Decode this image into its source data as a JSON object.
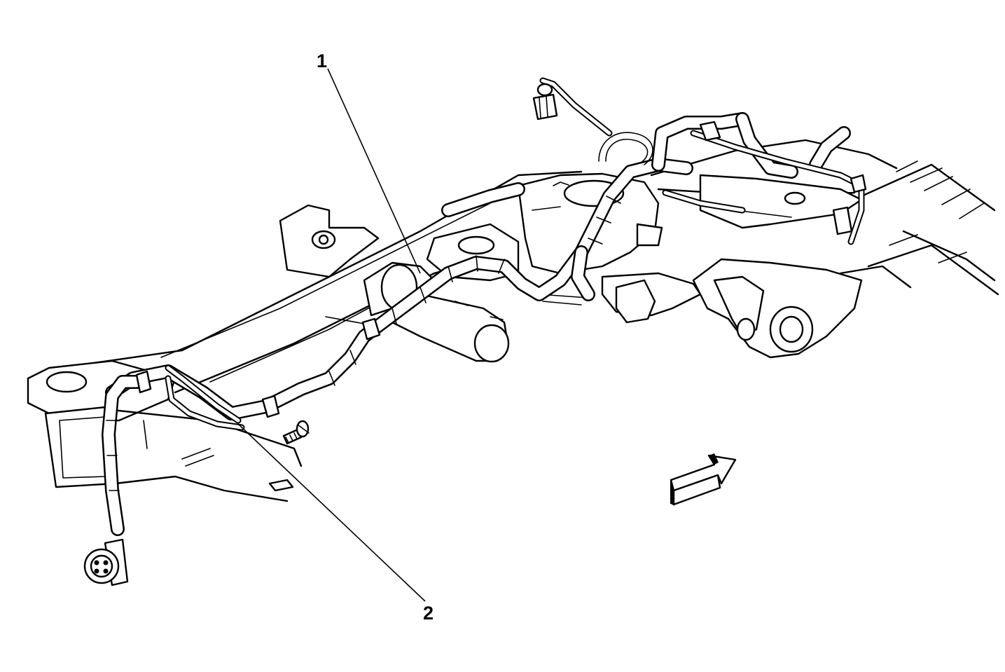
{
  "callouts": [
    {
      "id": "1",
      "label": "1"
    },
    {
      "id": "2",
      "label": "2"
    }
  ],
  "icons": {
    "direction_arrow": "forward-arrow-icon"
  },
  "colors": {
    "line": "#000000",
    "background": "#ffffff"
  }
}
